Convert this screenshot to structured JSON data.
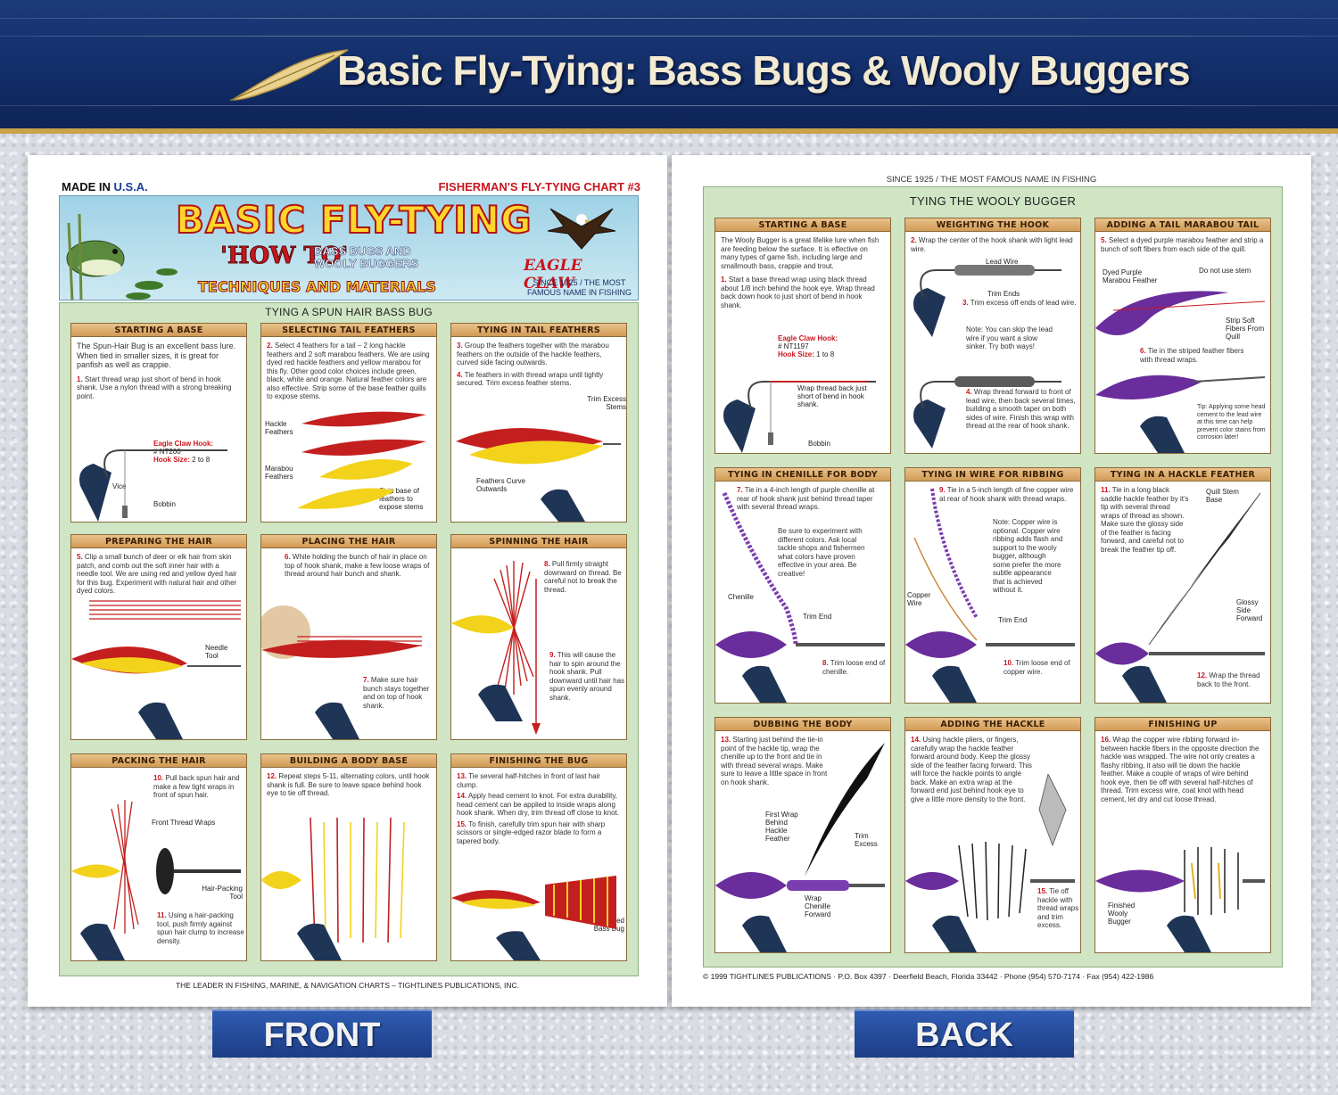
{
  "banner": {
    "title": "Basic Fly-Tying: Bass Bugs & Wooly Buggers"
  },
  "front": {
    "made_in_prefix": "MADE IN ",
    "made_in_country": "U.S.A.",
    "chart_label": "FISHERMAN'S FLY-TYING CHART #3",
    "hero_title": "BASIC FLY-TYING",
    "hero_howto": "'HOW TO'",
    "hero_sub": "BASS BUGS AND WOOLY BUGGERS",
    "hero_tech": "TECHNIQUES AND MATERIALS",
    "hero_brand": "EAGLE CLAW",
    "hero_since": "SINCE 1925 / THE MOST FAMOUS NAME IN FISHING",
    "section_title": "TYING A SPUN HAIR BASS BUG",
    "footer": "THE LEADER IN FISHING, MARINE, & NAVIGATION CHARTS – TIGHTLINES PUBLICATIONS, INC.",
    "tab": "FRONT",
    "steps": [
      {
        "title": "STARTING A BASE",
        "intro": "The Spun-Hair Bug is an excellent bass lure. When tied in smaller sizes, it is great for panfish as well as crappie.",
        "num": "1.",
        "text": "Start thread wrap just short of bend in hook shank. Use a nylon thread with a strong breaking point.",
        "hook_label": "Eagle Claw Hook:",
        "hook_num": "# NT200",
        "size_label": "Hook Size:",
        "size_val": "2 to 8",
        "vise": "Vice",
        "bobbin": "Bobbin"
      },
      {
        "title": "SELECTING TAIL FEATHERS",
        "num": "2.",
        "text": "Select 4 feathers for a tail – 2 long hackle feathers and 2 soft marabou feathers. We are using dyed red hackle feathers and yellow marabou for this fly. Other good color choices include green, black, white and orange. Natural feather colors are also effective. Strip some of the base feather quills to expose stems.",
        "hackle": "Hackle Feathers",
        "marabou": "Marabou Feathers",
        "strip": "Strip base of feathers to expose stems"
      },
      {
        "title": "TYING IN TAIL FEATHERS",
        "num": "3.",
        "text": "Group the feathers together with the marabou feathers on the outside of the hackle feathers, curved side facing outwards.",
        "num2": "4.",
        "text2": "Tie feathers in with thread wraps until tightly secured. Trim excess feather stems.",
        "trim": "Trim Excess Stems",
        "curve": "Feathers Curve Outwards"
      },
      {
        "title": "PREPARING THE HAIR",
        "num": "5.",
        "text": "Clip a small bunch of deer or elk hair from skin patch, and comb out the soft inner hair with a needle tool. We are using red and yellow dyed hair for this bug. Experiment with natural hair and other dyed colors.",
        "needle": "Needle Tool"
      },
      {
        "title": "PLACING THE HAIR",
        "num": "6.",
        "text": "While holding the bunch of hair in place on top of hook shank, make a few loose wraps of thread around hair bunch and shank.",
        "num2": "7.",
        "text2": "Make sure hair bunch stays together and on top of hook shank."
      },
      {
        "title": "SPINNING THE HAIR",
        "num": "8.",
        "text": "Pull firmly straight downward on thread. Be careful not to break the thread.",
        "num2": "9.",
        "text2": "This will cause the hair to spin around the hook shank. Pull downward until hair has spun evenly around shank."
      },
      {
        "title": "PACKING THE HAIR",
        "num": "10.",
        "text": "Pull back spun hair and make a few tight wraps in front of spun hair.",
        "front_wraps": "Front Thread Wraps",
        "packing_tool": "Hair-Packing Tool",
        "num2": "11.",
        "text2": "Using a hair-packing tool, push firmly against spun hair clump to increase density."
      },
      {
        "title": "BUILDING A BODY BASE",
        "num": "12.",
        "text": "Repeat steps 5-11, alternating colors, until hook shank is full. Be sure to leave space behind hook eye to tie off thread."
      },
      {
        "title": "FINISHING THE BUG",
        "num": "13.",
        "text": "Tie several half-hitches in front of last hair clump.",
        "num2": "14.",
        "text2": "Apply head cement to knot. For extra durability, head cement can be applied to inside wraps along hook shank. When dry, trim thread off close to knot.",
        "num3": "15.",
        "text3": "To finish, carefully trim spun hair with sharp scissors or single-edged razor blade to form a tapered body.",
        "finished": "Finished Bass Bug"
      }
    ]
  },
  "back": {
    "since": "SINCE 1925 / THE MOST FAMOUS NAME IN FISHING",
    "section_title": "TYING THE WOOLY BUGGER",
    "footer": "© 1999 TIGHTLINES PUBLICATIONS · P.O. Box 4397 · Deerfield Beach, Florida 33442 · Phone (954) 570-7174 · Fax (954) 422-1986",
    "tab": "BACK",
    "steps": [
      {
        "title": "STARTING A BASE",
        "intro": "The Wooly Bugger is a great lifelike lure when fish are feeding below the surface. It is effective on many types of game fish, including large and smallmouth bass, crappie and trout.",
        "num": "1.",
        "text": "Start a base thread wrap using black thread about 1/8 inch behind the hook eye. Wrap thread back down hook to just short of bend in hook shank.",
        "hook_label": "Eagle Claw Hook:",
        "hook_num": "# NT1197",
        "size_label": "Hook Size:",
        "size_val": "1 to 8",
        "wrap": "Wrap thread back just short of bend in hook shank.",
        "bobbin": "Bobbin"
      },
      {
        "title": "WEIGHTING THE HOOK",
        "num": "2.",
        "text": "Wrap the center of the hook shank with light lead wire.",
        "lead": "Lead Wire",
        "trim": "Trim Ends",
        "num2": "3.",
        "text2": "Trim excess off ends of lead wire.",
        "note": "Note: You can skip the lead wire if you want a slow sinker. Try both ways!",
        "num3": "4.",
        "text3": "Wrap thread forward to front of lead wire, then back several times, building a smooth taper on both sides of wire. Finish this wrap with thread at the rear of hook shank."
      },
      {
        "title": "ADDING A TAIL MARABOU TAIL",
        "num": "5.",
        "text": "Select a dyed purple marabou feather and strip a bunch of soft fibers from each side of the quill.",
        "dyed": "Dyed Purple Marabou Feather",
        "dont": "Do not use stem",
        "strip": "Strip Soft Fibers From Quill",
        "num2": "6.",
        "text2": "Tie in the striped feather fibers with thread wraps.",
        "tip": "Tip: Applying some head cement to the lead wire at this time can help prevent color stains from corrosion later!"
      },
      {
        "title": "TYING IN CHENILLE FOR BODY",
        "num": "7.",
        "text": "Tie in a 4-inch length of purple chenille at rear of hook shank just behind thread taper with several thread wraps.",
        "note": "Be sure to experiment with different colors. Ask local tackle shops and fishermen what colors have proven effective in your area. Be creative!",
        "chenille": "Chenille",
        "trim_end": "Trim End",
        "num2": "8.",
        "text2": "Trim loose end of chenille."
      },
      {
        "title": "TYING IN WIRE FOR RIBBING",
        "num": "9.",
        "text": "Tie in a 5-inch length of fine copper wire at rear of hook shank with thread wraps.",
        "note": "Note: Copper wire is optional. Copper wire ribbing adds flash and support to the wooly bugger, although some prefer the more subtle appearance that is achieved without it.",
        "copper": "Copper Wire",
        "trim_end": "Trim End",
        "num2": "10.",
        "text2": "Trim loose end of copper wire."
      },
      {
        "title": "TYING IN A HACKLE FEATHER",
        "num": "11.",
        "text": "Tie in a long black saddle hackle feather by it's tip with several thread wraps of thread as shown. Make sure the glossy side of the feather is facing forward, and careful not to break the feather tip off.",
        "quill": "Quill Stem Base",
        "glossy": "Glossy Side Forward",
        "num2": "12.",
        "text2": "Wrap the thread back to the front."
      },
      {
        "title": "DUBBING THE BODY",
        "num": "13.",
        "text": "Starting just behind the tie-in point of the hackle tip, wrap the chenille up to the front and tie in with thread several wraps. Make sure to leave a little space in front on hook shank.",
        "first": "First Wrap Behind Hackle Feather",
        "trim": "Trim Excess",
        "wrap": "Wrap Chenille Forward"
      },
      {
        "title": "ADDING THE HACKLE",
        "num": "14.",
        "text": "Using hackle pliers, or fingers, carefully wrap the hackle feather forward around body. Keep the glossy side of the feather facing forward. This will force the hackle points to angle back. Make an extra wrap at the forward end just behind hook eye to give a little more density to the front.",
        "num2": "15.",
        "text2": "Tie off hackle with thread wraps and trim excess."
      },
      {
        "title": "FINISHING UP",
        "num": "16.",
        "text": "Wrap the copper wire ribbing forward in-between hackle fibers in the opposite direction the hackle was wrapped. The wire not only creates a flashy ribbing, it also will tie down the hackle feather. Make a couple of wraps of wire behind hook eye, then tie off with several half-hitches of thread. Trim excess wire, coat knot with head cement, let dry and cut loose thread.",
        "finished": "Finished Wooly Bugger"
      }
    ]
  }
}
